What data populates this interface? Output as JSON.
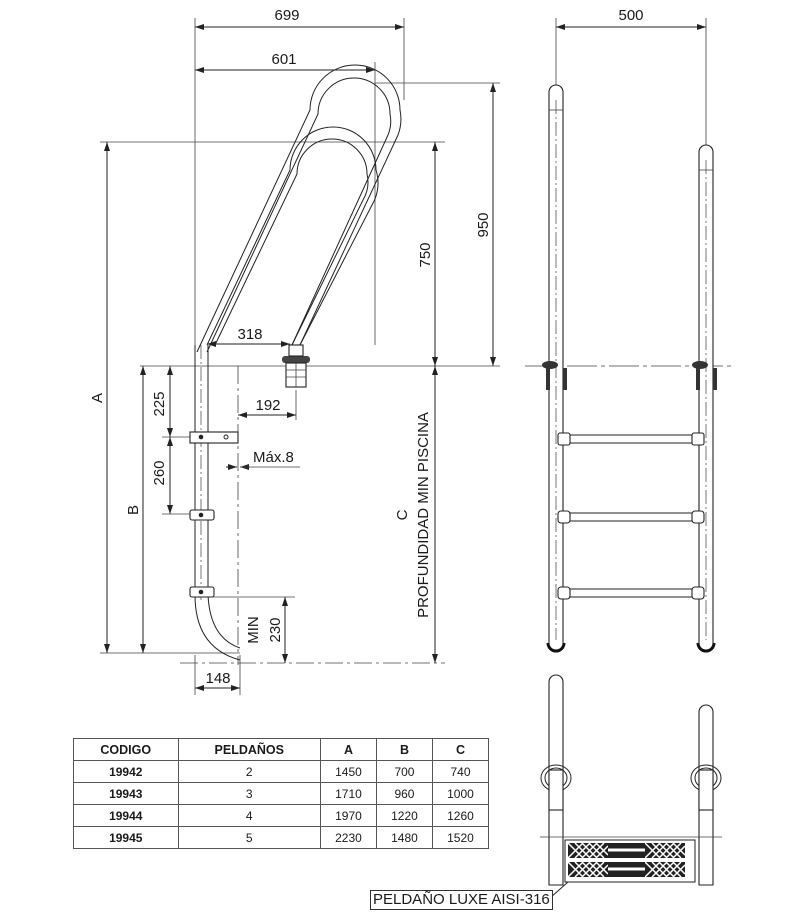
{
  "side_view": {
    "dimensions": {
      "overall_width": "699",
      "handrail_width": "601",
      "handrail_height": "950",
      "above_deck_height": "750",
      "anchor_spacing": "318",
      "wall_offset": "192",
      "wall_gap": "Máx.8",
      "first_step_drop": "225",
      "step_spacing": "260",
      "bottom_clearance_min": "MIN",
      "bottom_clearance": "230",
      "foot_width": "148",
      "total_height_label": "A",
      "submerged_label": "B",
      "depth_label": "C",
      "depth_caption": "PROFUNDIDAD MIN PISCINA"
    }
  },
  "front_view": {
    "dimensions": {
      "width": "500"
    },
    "steps": 3
  },
  "detail_view": {
    "callout": "PELDAÑO LUXE AISI-316"
  },
  "spec_table": {
    "headers": [
      "CODIGO",
      "PELDAÑOS",
      "A",
      "B",
      "C"
    ],
    "rows": [
      [
        "19942",
        "2",
        "1450",
        "700",
        "740"
      ],
      [
        "19943",
        "3",
        "1710",
        "960",
        "1000"
      ],
      [
        "19944",
        "4",
        "1970",
        "1220",
        "1260"
      ],
      [
        "19945",
        "5",
        "2230",
        "1480",
        "1520"
      ]
    ]
  },
  "colors": {
    "line": "#222222",
    "background": "#ffffff"
  }
}
